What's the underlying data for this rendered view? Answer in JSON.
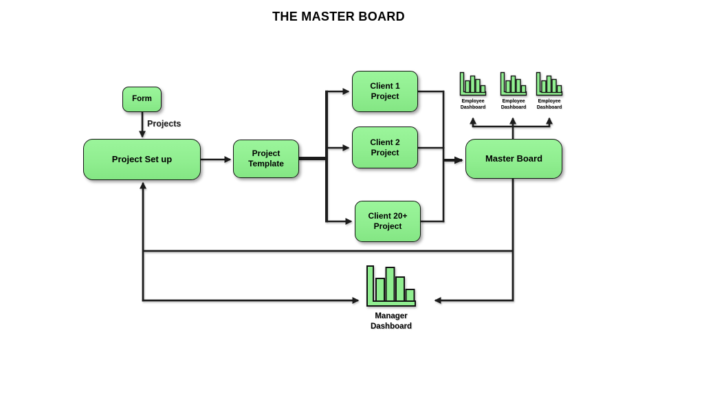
{
  "title": "THE MASTER BOARD",
  "colors": {
    "node_fill": "#90EE90",
    "node_border": "#111111",
    "connector_color": "#1c1c1c",
    "text_color": "#000000",
    "background": "#ffffff"
  },
  "nodes": {
    "form": {
      "label": "Form"
    },
    "project_setup": {
      "label": "Project Set up"
    },
    "project_template": {
      "label": "Project\nTemplate"
    },
    "client1": {
      "label": "Client 1\nProject"
    },
    "client2": {
      "label": "Client 2\nProject"
    },
    "client20": {
      "label": "Client 20+\nProject"
    },
    "master_board": {
      "label": "Master Board"
    }
  },
  "edge_labels": {
    "projects": "Projects"
  },
  "employee_dashboards": [
    {
      "label": "Employee\nDashboard"
    },
    {
      "label": "Employee\nDashboard"
    },
    {
      "label": "Employee\nDashboard"
    }
  ],
  "manager_dashboard": {
    "label": "Manager\nDashboard"
  }
}
